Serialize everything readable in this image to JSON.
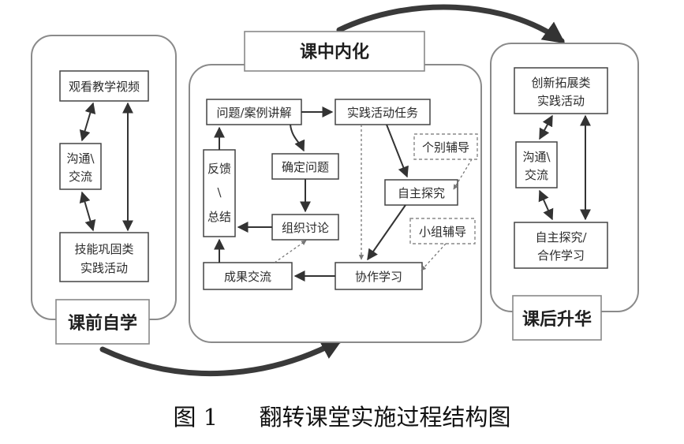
{
  "panels": {
    "pre": {
      "label": "课前自学",
      "nodes": {
        "watch": "观看教学视频",
        "comm": [
          "沟通\\",
          "交流"
        ],
        "skill": [
          "技能巩固类",
          "实践活动"
        ]
      }
    },
    "mid": {
      "label": "课中内化",
      "nodes": {
        "problem": "问题/案例讲解",
        "practice": "实践活动任务",
        "identify": "确定问题",
        "feedback": [
          "反馈",
          "\\",
          "总结"
        ],
        "organize": "组织讨论",
        "individual": "个别辅导",
        "selfstudy": "自主探究",
        "group": "小组辅导",
        "results": "成果交流",
        "cooperate": "协作学习"
      }
    },
    "post": {
      "label": "课后升华",
      "nodes": {
        "innovate": [
          "创新拓展类",
          "实践活动"
        ],
        "comm": [
          "沟通\\",
          "交流"
        ],
        "explore": [
          "自主探究/",
          "合作学习"
        ]
      }
    }
  },
  "caption": {
    "figure": "图 1",
    "title": "翻转课堂实施过程结构图"
  },
  "colors": {
    "stroke": "#333333",
    "panel_border": "#8a8a8a",
    "dashed": "#888888",
    "flow_arrow": "#3a3a3a"
  }
}
